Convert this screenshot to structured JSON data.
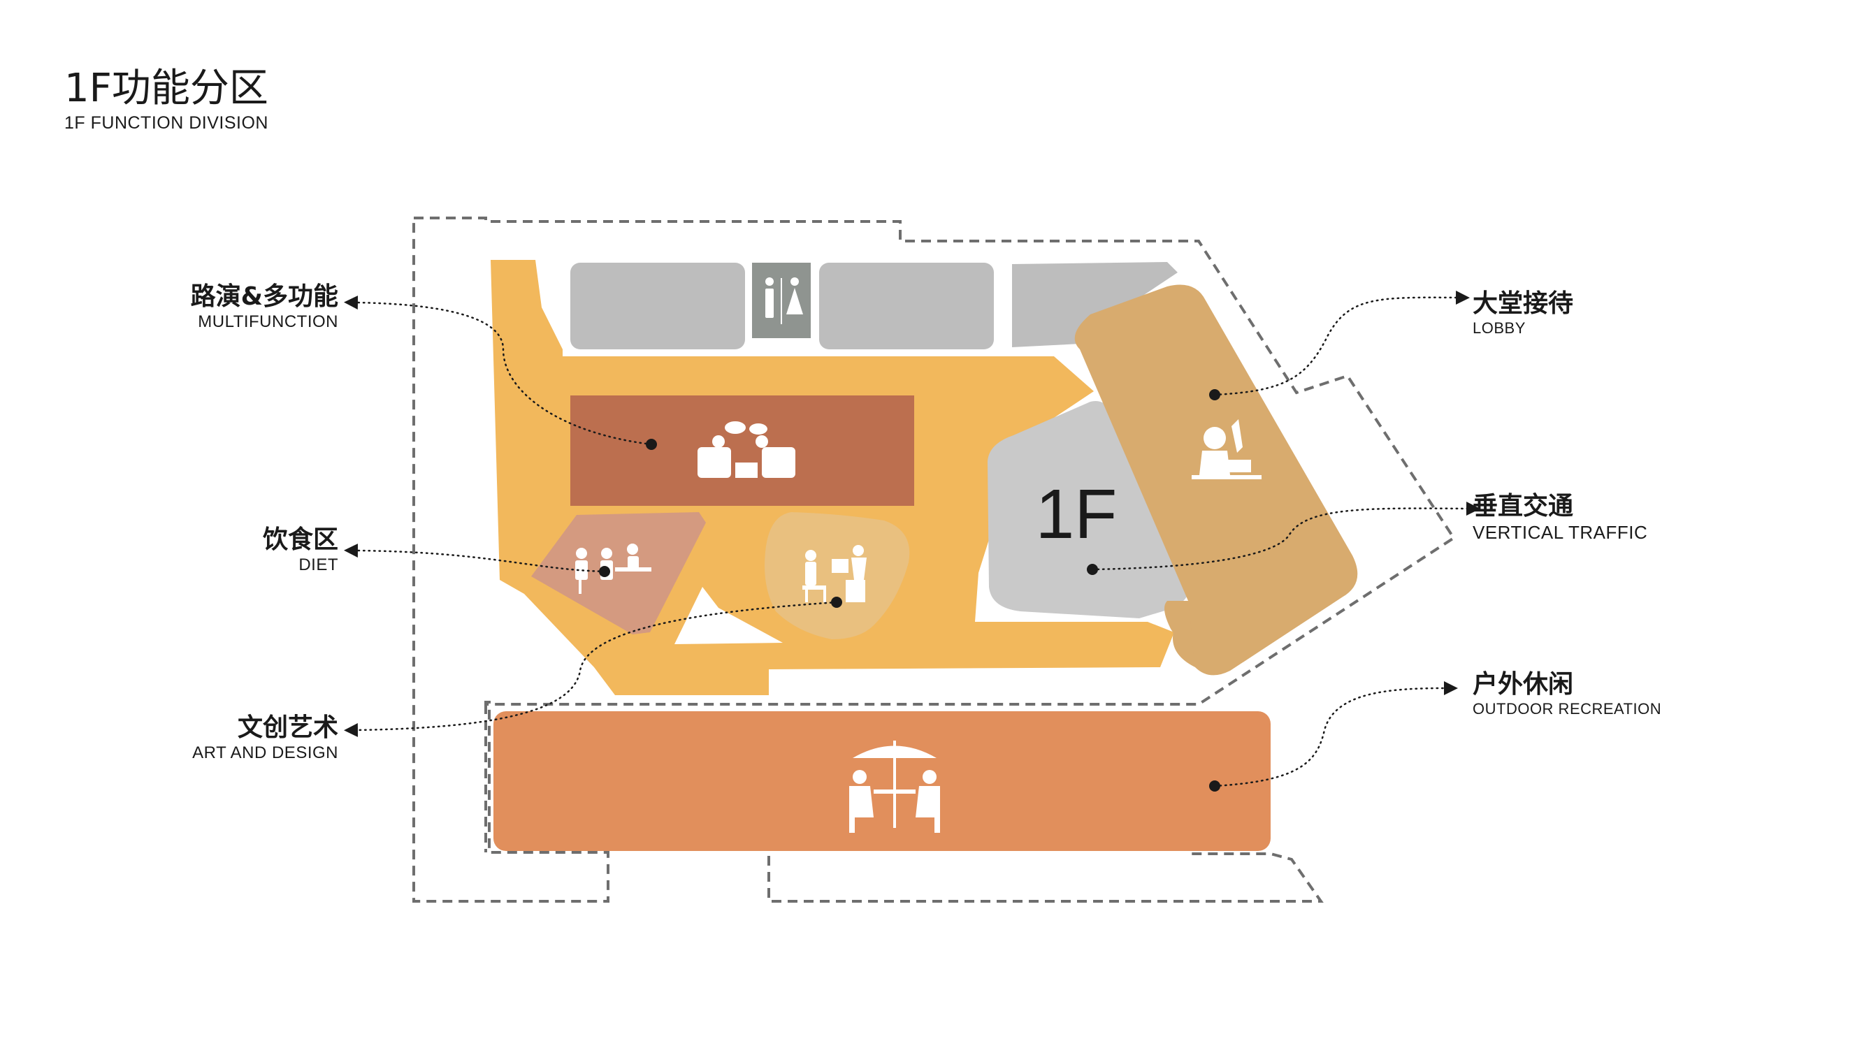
{
  "title": {
    "cn": "1F功能分区",
    "en": "1F FUNCTION DIVISION"
  },
  "floor_label": "1F",
  "labels": {
    "multifunction": {
      "cn": "路演&多功能",
      "en": "MULTIFUNCTION"
    },
    "diet": {
      "cn": "饮食区",
      "en": "DIET"
    },
    "art": {
      "cn": "文创艺术",
      "en": "ART AND DESIGN"
    },
    "lobby": {
      "cn": "大堂接待",
      "en": "LOBBY"
    },
    "vertical": {
      "cn": "垂直交通",
      "en": "VERTICAL TRAFFIC"
    },
    "outdoor": {
      "cn": "户外休闲",
      "en": "OUTDOOR RECREATION"
    }
  },
  "colors": {
    "circulation": "#F2B85C",
    "service": "#BDBDBD",
    "restroom": "#8F9490",
    "multifunction": "#BC6F4F",
    "diet": "#D49A80",
    "art": "#E9C07F",
    "lobby": "#D8AB6E",
    "vertical": "#C9C9C9",
    "outdoor": "#E18F5C",
    "boundary": "#6E6E6E"
  },
  "icons": {
    "restroom": "restroom-icon",
    "multifunction": "meeting-icon",
    "diet": "dining-icon",
    "art": "art-icon",
    "lobby": "reception-icon",
    "outdoor": "umbrella-table-icon"
  }
}
